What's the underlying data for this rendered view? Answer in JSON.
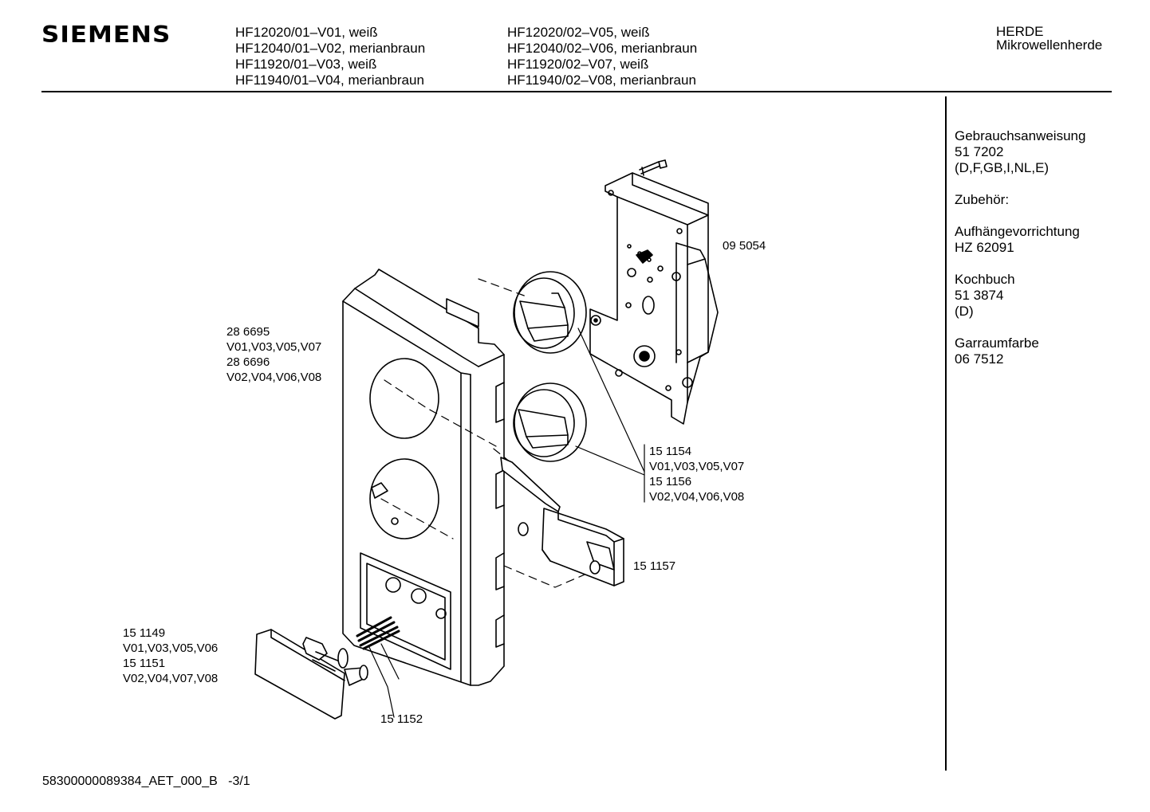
{
  "header": {
    "brand": "SIEMENS",
    "models_col1": [
      "HF12020/01–V01, weiß",
      "HF12040/01–V02, merianbraun",
      "HF11920/01–V03, weiß",
      "HF11940/01–V04, merianbraun"
    ],
    "models_col2": [
      "HF12020/02–V05, weiß",
      "HF12040/02–V06, merianbraun",
      "HF11920/02–V07, weiß",
      "HF11940/02–V08, merianbraun"
    ],
    "category": "HERDE",
    "subcategory": "Mikrowellenherde"
  },
  "sidebar": {
    "manual_title": "Gebrauchsanweisung",
    "manual_number": "51 7202",
    "manual_languages": "(D,F,GB,I,NL,E)",
    "accessories_title": "Zubehör:",
    "hanger_title": "Aufhängevorrichtung",
    "hanger_number": "HZ 62091",
    "cookbook_title": "Kochbuch",
    "cookbook_number": "51 3874",
    "cookbook_language": "(D)",
    "paint_title": "Garraumfarbe",
    "paint_number": "06 7512"
  },
  "parts": {
    "timer_unit": "09 5054",
    "panel_a": "28 6695",
    "panel_a_variants": "V01,V03,V05,V07",
    "panel_b": "28 6696",
    "panel_b_variants": "V02,V04,V06,V08",
    "knob_a": "15 1154",
    "knob_a_variants": "V01,V03,V05,V07",
    "knob_b": "15 1156",
    "knob_b_variants": "V02,V04,V06,V08",
    "lever": "15 1157",
    "button_a": "15 1149",
    "button_a_variants": "V01,V03,V05,V06",
    "button_b": "15 1151",
    "button_b_variants": "V02,V04,V07,V08",
    "spring": "15 1152"
  },
  "footer": {
    "doc_id": "58300000089384_AET_000_B",
    "page": "-3/1"
  }
}
